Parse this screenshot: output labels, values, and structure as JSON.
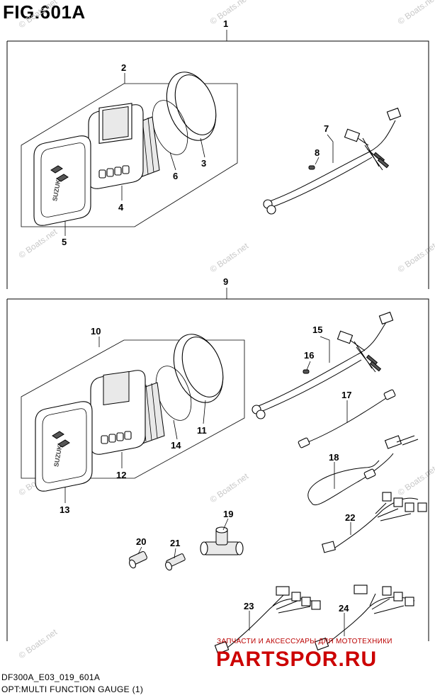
{
  "figure": {
    "title": "FIG.601A",
    "model_code": "DF300A_E03_019_601A",
    "caption": "OPT:MULTI FUNCTION GAUGE (1)"
  },
  "callouts": [
    "1",
    "2",
    "3",
    "4",
    "5",
    "6",
    "7",
    "8",
    "9",
    "10",
    "11",
    "12",
    "13",
    "14",
    "15",
    "16",
    "17",
    "18",
    "19",
    "20",
    "21",
    "22",
    "23",
    "24"
  ],
  "watermark": "© Boats.net",
  "gauge_logo_text": "SUZUKI",
  "branding": {
    "tagline": "ЗАПЧАСТИ И АКСЕССУАРЫ ДЛЯ МОТОТЕХНИКИ",
    "site": "PARTSPOR.RU",
    "brand_color": "#cc0000"
  }
}
